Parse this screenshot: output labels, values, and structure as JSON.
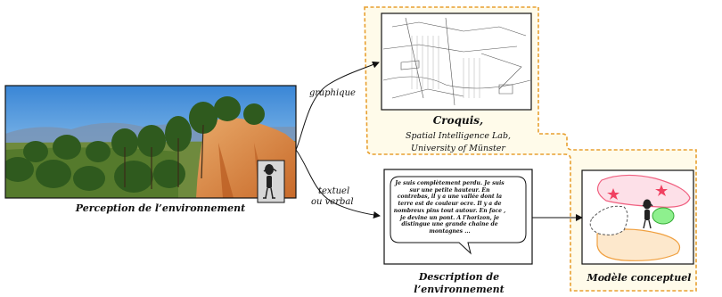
{
  "labels": {
    "perception": "Perception de l’environnement",
    "graphique": "graphique",
    "textuel": "textuel",
    "ou_verbal": "ou verbal",
    "croquis_title": "Croquis,",
    "croquis_line1": "Spatial Intelligence Lab,",
    "croquis_line2": "University of Münster",
    "description_line1": "Description de",
    "description_line2": "l’environnement",
    "modele": "Modèle conceptuel"
  },
  "speech_text": "Je suis complètement perdu. Je suis sur une petite hauteur. En contrebas, il y a une vallée dont la terre est de couleur ocre. Il y a de nombreux pins tout autour. En face , je devine un pont. A l’horizon, je distingue une grande chaine de montagnes ...",
  "colors": {
    "dashed_frame": "#e8a030",
    "highlight_fill": "#fffbea",
    "pink_blob": "#f06080",
    "green_blob": "#66dd66",
    "orange_blob": "#f0a040",
    "star": "#f04060"
  }
}
